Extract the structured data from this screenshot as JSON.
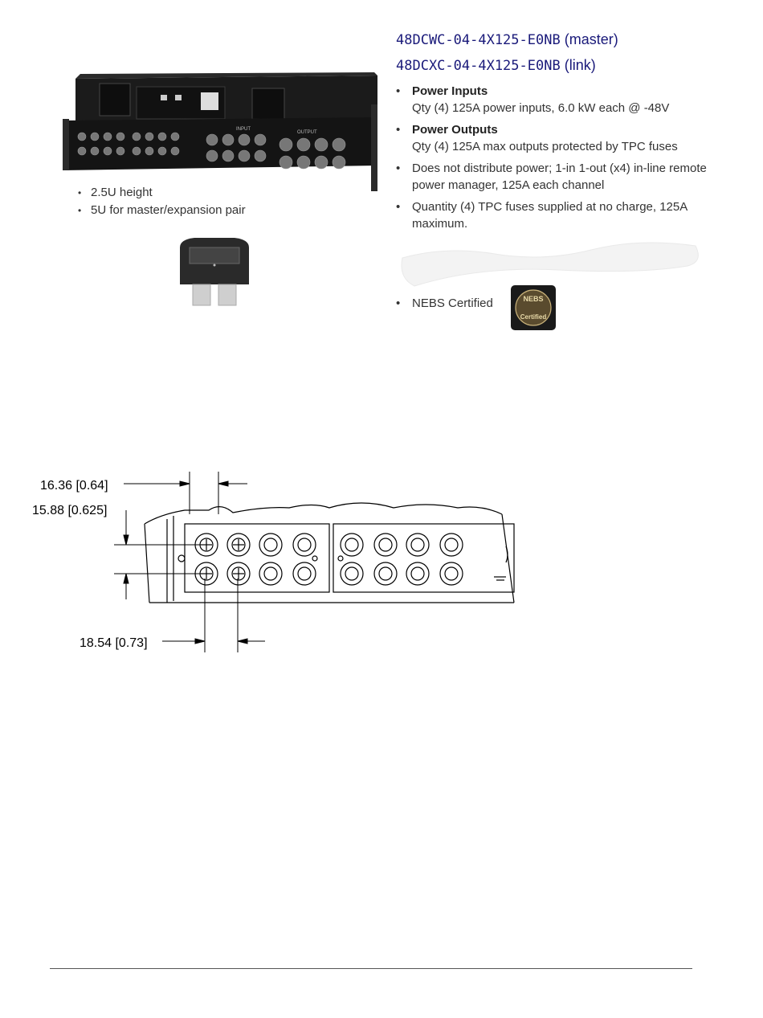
{
  "titles": {
    "master_code": "48DCWC-04-4X125-E0NB",
    "master_role": " (master)",
    "link_code": "48DCXC-04-4X125-E0NB",
    "link_role": " (link)"
  },
  "features": [
    {
      "label": "Power Inputs",
      "text": "Qty (4) 125A power inputs, 6.0 kW each @ -48V"
    },
    {
      "label": "Power Outputs",
      "text": "Qty (4) 125A max outputs protected by TPC fuses"
    },
    {
      "label": "",
      "text": "Does not distribute power; 1-in 1-out (x4) in-line remote power manager, 125A each channel"
    },
    {
      "label": "",
      "text": "Quantity (4) TPC fuses supplied at no charge, 125A maximum."
    }
  ],
  "nebs": {
    "text": "NEBS Certified",
    "badge_top": "NEBS",
    "badge_bottom": "Certified"
  },
  "height_notes": [
    "2.5U height",
    "5U for master/expansion pair"
  ],
  "device_labels": {
    "input": "INPUT",
    "output": "OUTPUT"
  },
  "dimensions": {
    "d1": "16.36 [0.64]",
    "d2": "15.88 [0.625]",
    "d3": "18.54 [0.73]"
  },
  "bullet_glyph": "•",
  "colors": {
    "title": "#1a1a7a",
    "device": "#1b1b1b"
  }
}
